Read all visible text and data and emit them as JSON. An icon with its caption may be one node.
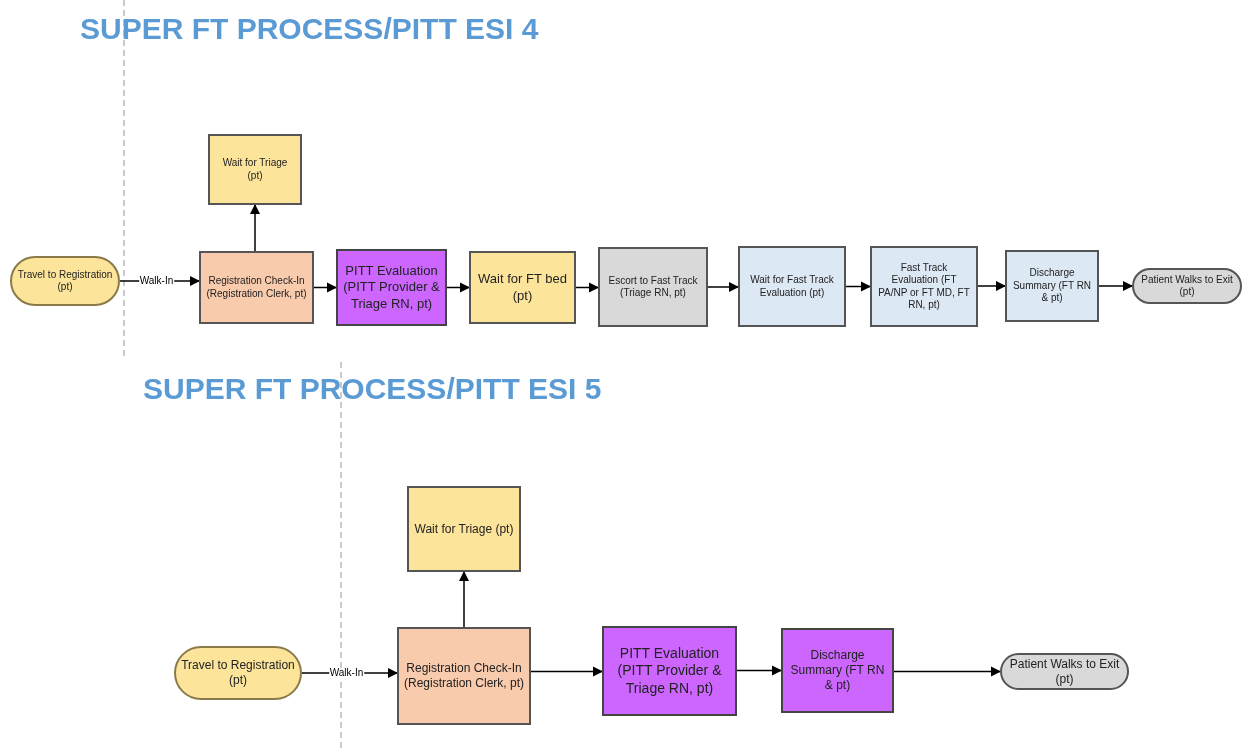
{
  "diagram": {
    "title": "SUPER FT PROCESS/PITT ESI 4",
    "nodes": [
      {
        "text": [
          "Travel to Registration (pt)"
        ]
      },
      {
        "text": [
          "Wait for Triage (pt)"
        ]
      },
      {
        "text": [
          "Registration Check-In (Registration Clerk, pt)"
        ]
      },
      {
        "text": [
          "PITT Evaluation (PITT Provider & Triage RN, pt)"
        ]
      },
      {
        "text": [
          "Wait for FT bed (pt)"
        ]
      },
      {
        "text": [
          "Escort to Fast Track (Triage RN, pt)"
        ]
      },
      {
        "text": [
          "Wait for Fast Track Evaluation (pt)"
        ]
      },
      {
        "text": [
          "Fast Track Evaluation (FT PA/NP or FT MD, FT RN, pt)"
        ]
      },
      {
        "text": [
          "Discharge Summary (FT RN & pt)"
        ]
      },
      {
        "text": [
          "Patient Walks to Exit (pt)"
        ]
      },
      {
        "text": [
          "Wait for Triage (pt)"
        ]
      },
      {
        "text": [
          "Travel to Registration (pt)"
        ]
      },
      {
        "text": [
          "Registration Check-In (Registration Clerk, pt)"
        ]
      },
      {
        "text": [
          "PITT Evaluation (PITT Provider & Triage RN, pt)"
        ]
      },
      {
        "text": [
          "Discharge Summary (FT RN & pt)"
        ]
      },
      {
        "text": [
          "Patient Walks to Exit (pt)"
        ]
      }
    ],
    "edges": [
      {
        "from": 0,
        "to": 2,
        "arrow": "to",
        "label": "Walk-In"
      },
      {
        "from": 2,
        "to": 1,
        "arrow": "to"
      },
      {
        "from": 2,
        "to": 3,
        "arrow": "to"
      },
      {
        "from": 3,
        "to": 4,
        "arrow": "to"
      },
      {
        "from": 4,
        "to": 5,
        "arrow": "to"
      },
      {
        "from": 5,
        "to": 6,
        "arrow": "to"
      },
      {
        "from": 6,
        "to": 7,
        "arrow": "to"
      },
      {
        "from": 7,
        "to": 8,
        "arrow": "to"
      },
      {
        "from": 8,
        "to": 9,
        "arrow": "to"
      },
      {
        "from": 11,
        "to": 12,
        "arrow": "to",
        "label": "Walk-In"
      },
      {
        "from": 12,
        "to": 10,
        "arrow": "to"
      },
      {
        "from": 12,
        "to": 13,
        "arrow": "to"
      },
      {
        "from": 13,
        "to": 14,
        "arrow": "to"
      },
      {
        "from": 14,
        "to": 15,
        "arrow": "to"
      }
    ],
    "labels": [
      "SUPER FT PROCESS/PITT ESI 5"
    ]
  }
}
